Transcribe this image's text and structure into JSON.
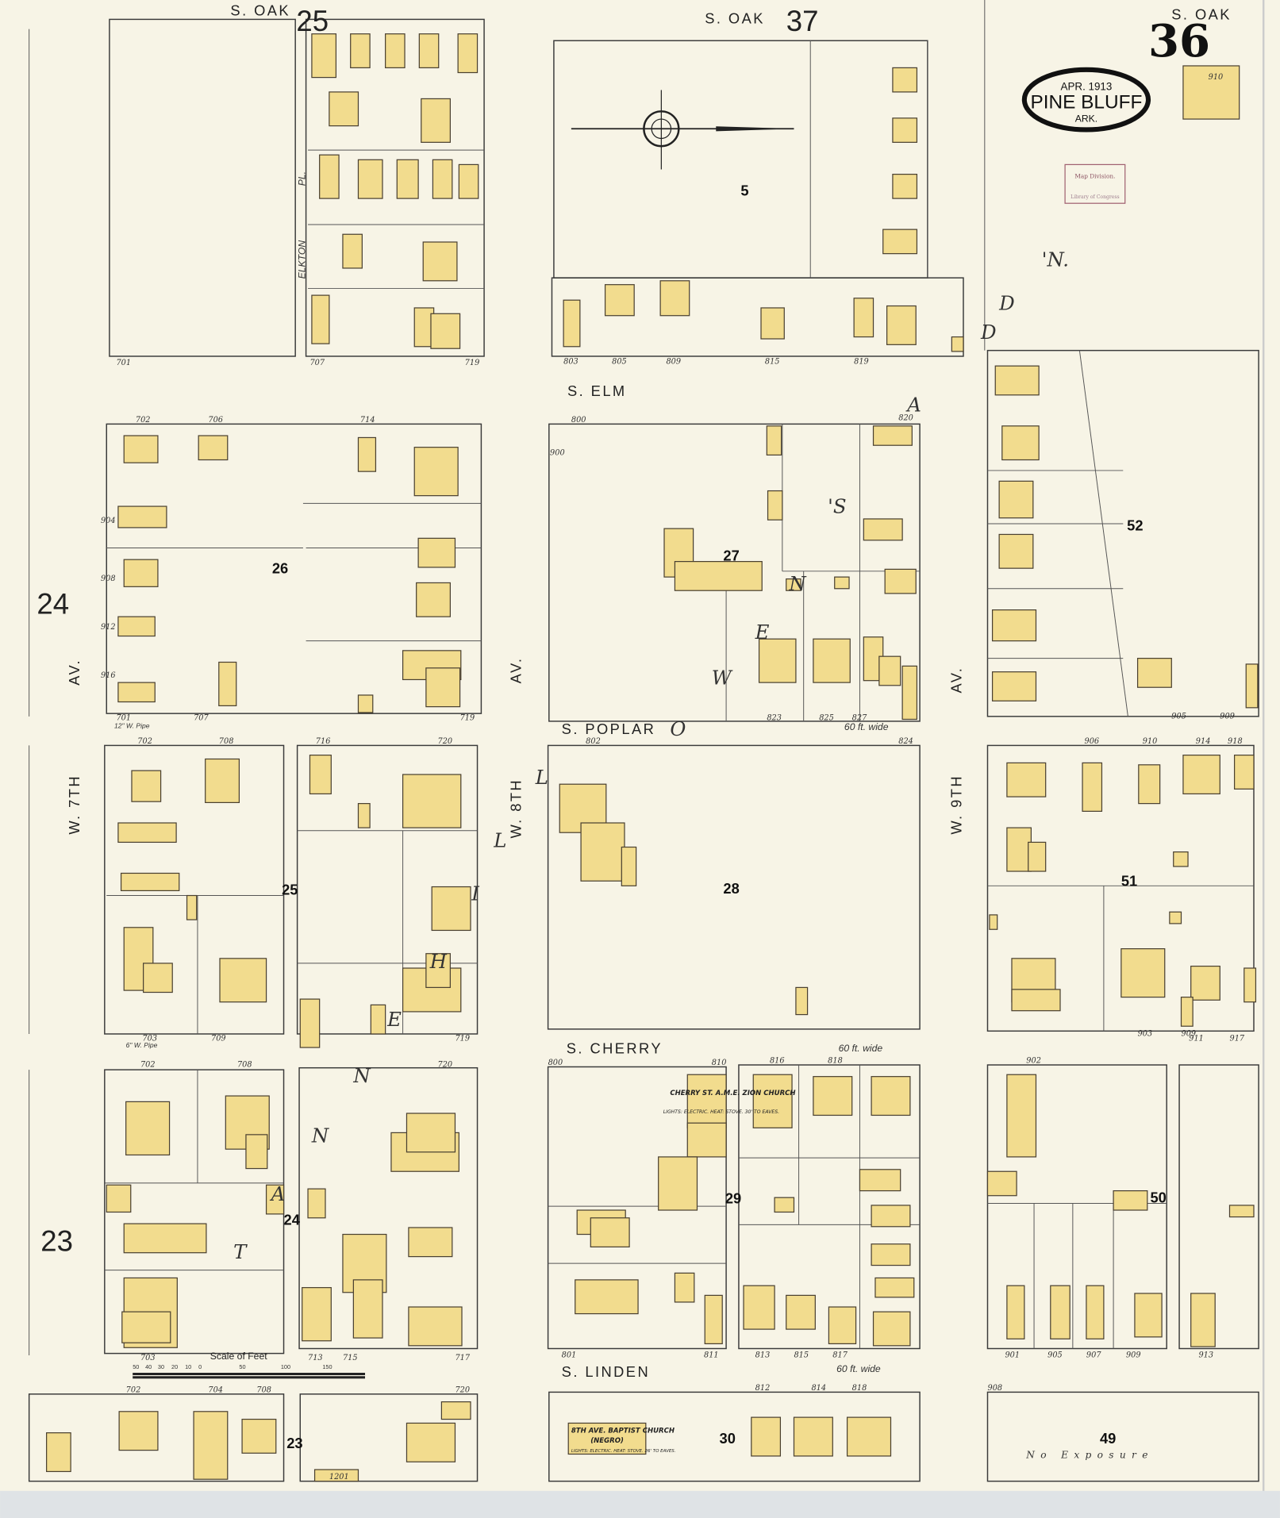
{
  "title_cartouche": {
    "date": "APR. 1913",
    "city": "PINE BLUFF",
    "state": "ARK."
  },
  "sheet_number": "36",
  "adjacent_sheets": [
    "25",
    "37",
    "24",
    "23"
  ],
  "stamp": {
    "line1": "Map Division.",
    "line2": "Library of Congress"
  },
  "streets": {
    "s_oak": "S. OAK",
    "s_elm": "S. ELM",
    "s_poplar": "S. POPLAR",
    "s_cherry": "S. CHERRY",
    "s_linden": "S. LINDEN",
    "w7": "W. 7TH",
    "w8": "W. 8TH",
    "w9": "W. 9TH",
    "av": "AV.",
    "elkton": "ELKTON",
    "pl": "PL.",
    "width_note": "60 ft. wide"
  },
  "additions": {
    "owens": [
      "O",
      "W",
      "E",
      "N",
      "'S",
      "A",
      "D",
      "D",
      "'N."
    ],
    "tannehill": [
      "T",
      "A",
      "N",
      "N",
      "E",
      "H",
      "I",
      "L",
      "L"
    ]
  },
  "blocks": [
    "5",
    "26",
    "27",
    "52",
    "25",
    "28",
    "51",
    "24",
    "29",
    "50",
    "23",
    "30",
    "49"
  ],
  "churches": [
    {
      "name": "CHERRY ST. A.M.E. ZION CHURCH",
      "note": "LIGHTS: ELECTRIC. HEAT: STOVE. 30' TO EAVES."
    },
    {
      "name": "8TH AVE. BAPTIST CHURCH",
      "sub": "(NEGRO)",
      "note": "LIGHTS: ELECTRIC. HEAT: STOVE. 26' TO EAVES."
    }
  ],
  "no_exposure": "No Exposure",
  "scale": {
    "title": "Scale of Feet",
    "ticks": [
      "50",
      "40",
      "30",
      "20",
      "10",
      "0",
      "50",
      "100",
      "150"
    ]
  },
  "pipes": [
    "6\" W. Pipe",
    "12\" W. Pipe"
  ],
  "house_numbers": {
    "oak": [
      "701",
      "707",
      "719",
      "803",
      "805",
      "809",
      "815",
      "819",
      "910"
    ],
    "elm": [
      "702",
      "706",
      "714",
      "800",
      "820",
      "900",
      "904",
      "908",
      "912",
      "916",
      "701",
      "707",
      "719",
      "823",
      "825",
      "827",
      "905",
      "909"
    ],
    "poplar": [
      "702",
      "708",
      "716",
      "720",
      "802",
      "824",
      "906",
      "910",
      "914",
      "918",
      "703",
      "709",
      "719",
      "903",
      "909",
      "911",
      "917"
    ],
    "cherry": [
      "702",
      "708",
      "720",
      "800",
      "810",
      "816",
      "818",
      "902",
      "703",
      "713",
      "715",
      "717",
      "801",
      "811",
      "813",
      "815",
      "817",
      "901",
      "905",
      "907",
      "909",
      "913"
    ],
    "linden": [
      "702",
      "704",
      "708",
      "720",
      "812",
      "814",
      "818",
      "908",
      "1201"
    ]
  },
  "colors": {
    "paper": "#f7f4e6",
    "frame_dwelling": "#f2dc8e",
    "ink": "#3a3a3a"
  }
}
